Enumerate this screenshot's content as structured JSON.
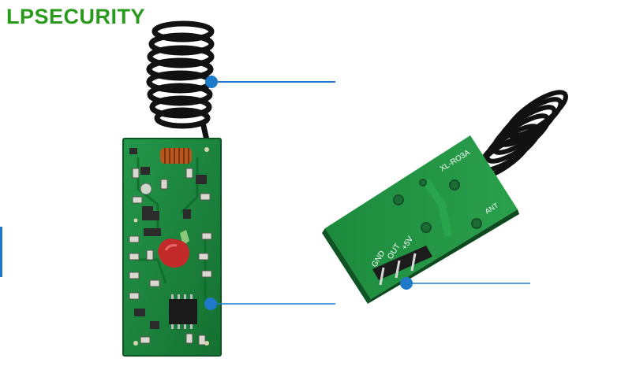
{
  "brand": {
    "text": "LPSECURITY",
    "color": "#2a9a1c"
  },
  "module_back": {
    "model_label": "XL-RO3A",
    "pins": [
      "GND",
      "OUT",
      "+5V"
    ],
    "ant_label": "ANT"
  },
  "colors": {
    "pcb_green": "#1f8a3a",
    "pcb_dark": "#14642a",
    "antenna": "#111111",
    "callout": "#1e7ac8"
  }
}
